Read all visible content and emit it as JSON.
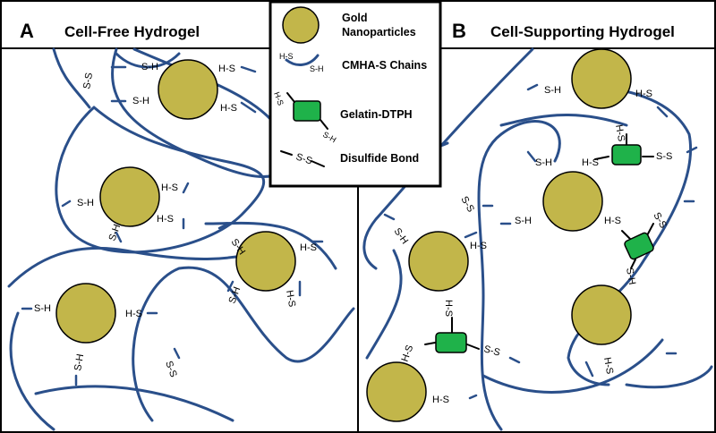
{
  "panels": {
    "a": {
      "letter": "A",
      "title": "Cell-Free Hydrogel"
    },
    "b": {
      "letter": "B",
      "title": "Cell-Supporting Hydrogel"
    }
  },
  "legend": {
    "gold_line1": "Gold",
    "gold_line2": "Nanoparticles",
    "chains": "CMHA-S Chains",
    "chain_hs": "H-S",
    "chain_sh": "S-H",
    "gelatin": "Gelatin-DTPH",
    "gelatin_hs": "H-S",
    "gelatin_sh": "S-H",
    "disulfide": "Disulfide Bond",
    "disulfide_label": "S-S"
  },
  "labels": {
    "sh": "S-H",
    "hs": "H-S",
    "ss": "S-S"
  },
  "colors": {
    "chain": "#2a4f8a",
    "gold_nanoparticle": "#c2b64a",
    "gelatin": "#1fb24a"
  }
}
